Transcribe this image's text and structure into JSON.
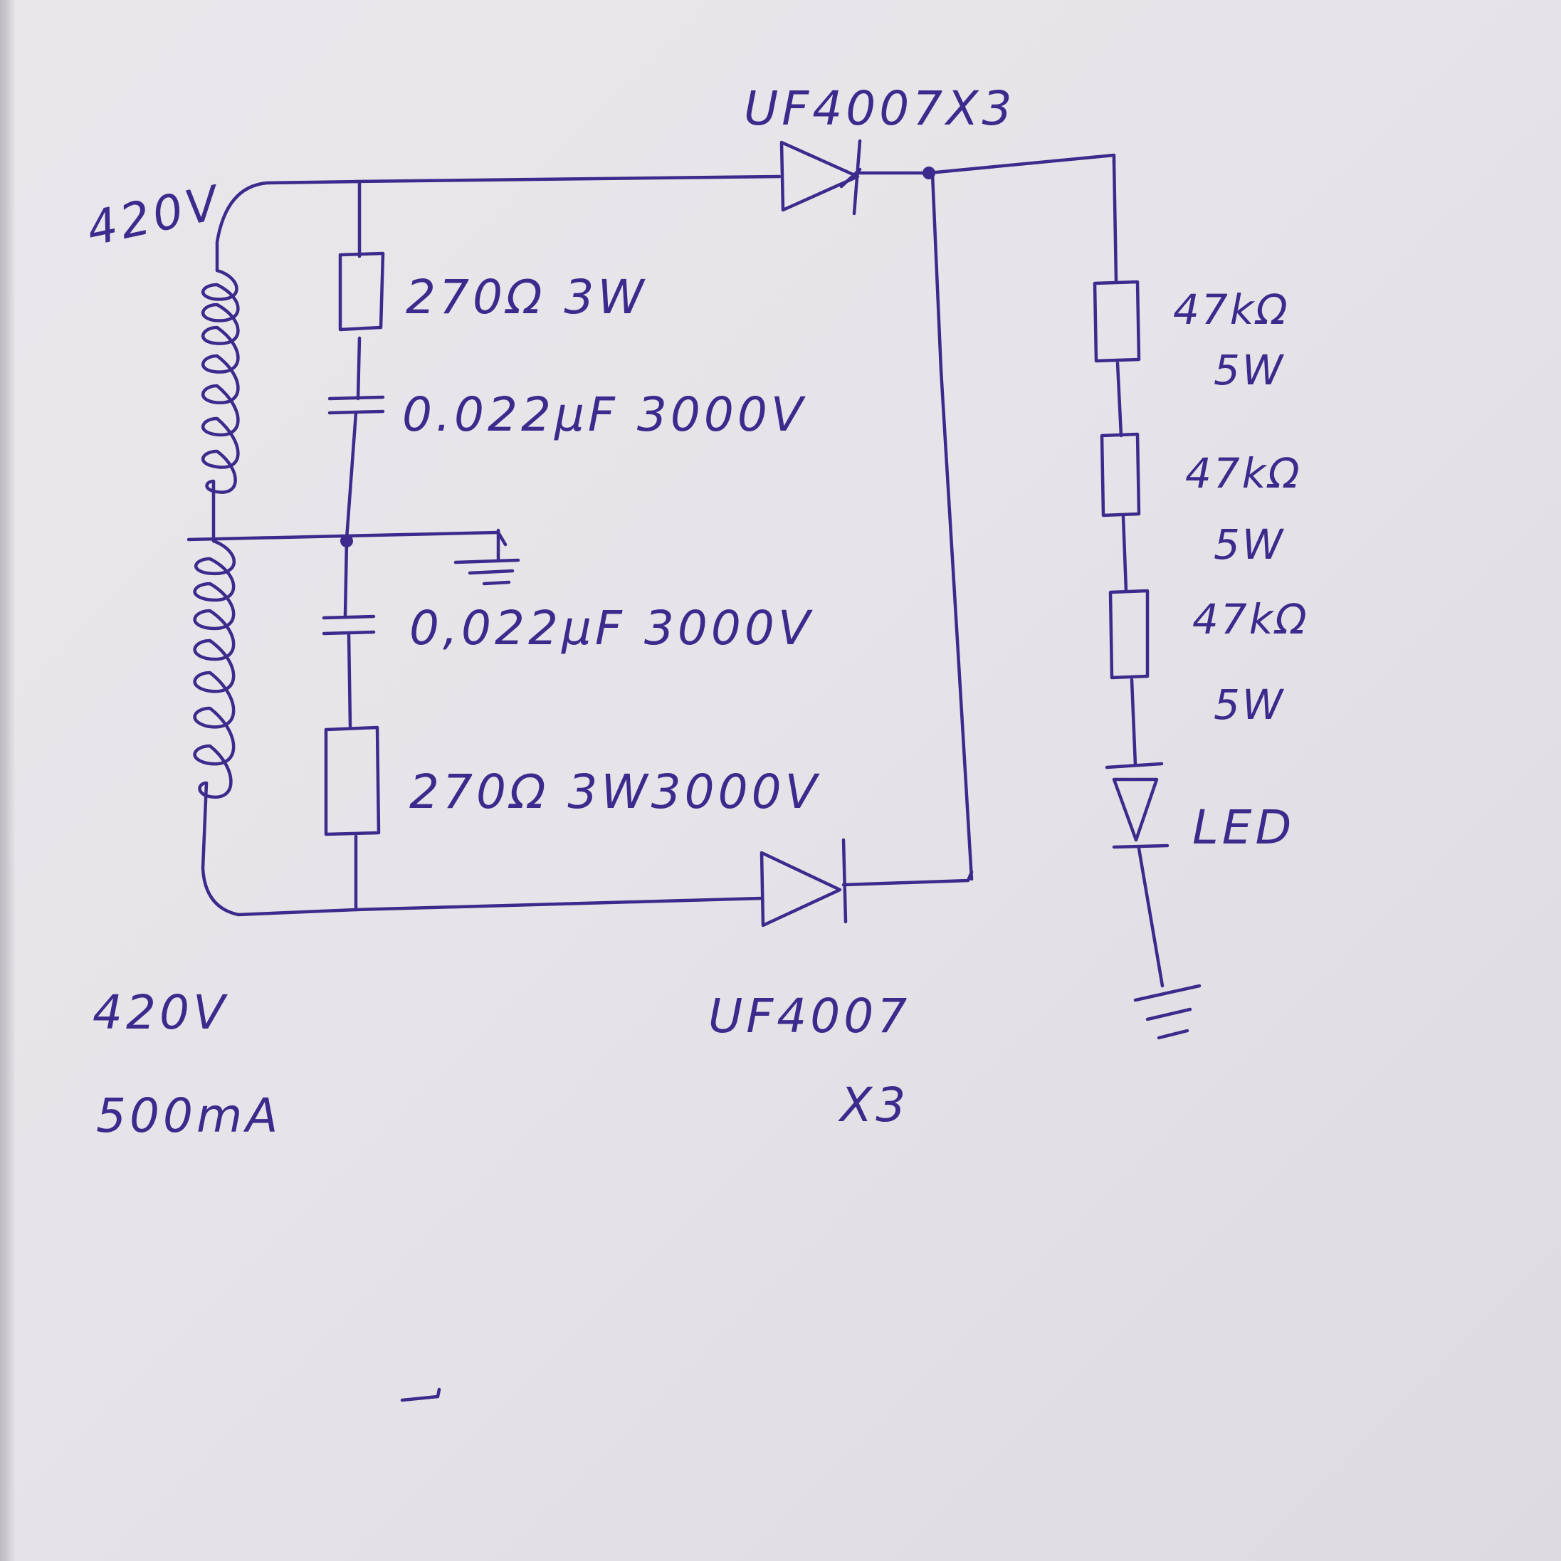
{
  "colors": {
    "ink": "#3d2a8c",
    "paper": "#e7e5e9"
  },
  "labels": {
    "transformer_top_voltage": "420V",
    "transformer_bottom_voltage": "420V",
    "transformer_current": "500mA",
    "diode_top": "UF4007X3",
    "diode_bottom_part": "UF4007",
    "diode_bottom_count": "X3",
    "resistor_top": "270Ω 3W",
    "capacitor_top": "0.022μF 3000V",
    "capacitor_bottom": "0,022μF 3000V",
    "resistor_bottom": "270Ω 3W3000V",
    "r1_value": "47kΩ",
    "r1_power": "5W",
    "r2_value": "47kΩ",
    "r2_power": "5W",
    "r3_value": "47kΩ",
    "r3_power": "5W",
    "led": "LED"
  }
}
